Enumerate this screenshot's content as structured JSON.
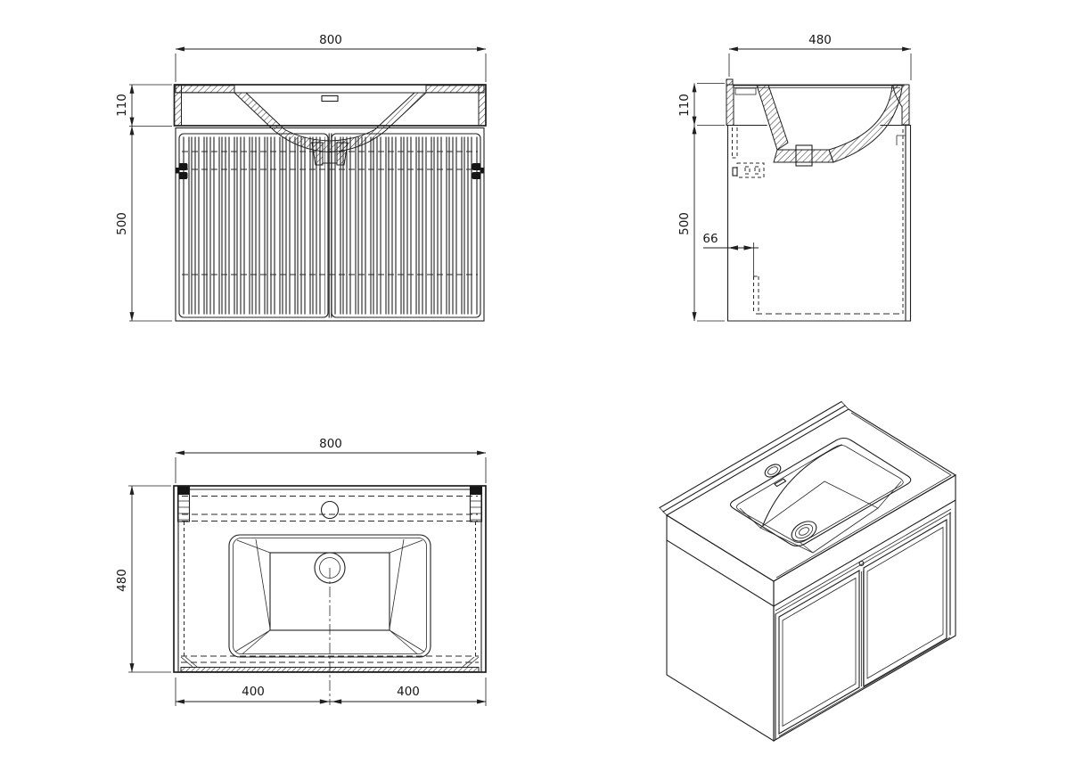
{
  "page": {
    "background": "#ffffff",
    "line_color": "#1f1f1f"
  },
  "views": {
    "front": {
      "width": "800",
      "basin_height": "110",
      "cabinet_height": "500"
    },
    "side": {
      "depth": "480",
      "basin_height": "110",
      "cabinet_height": "500",
      "hinge_offset": "66"
    },
    "top": {
      "width": "800",
      "depth": "480",
      "drain_offset_left": "400",
      "drain_offset_right": "400"
    }
  }
}
